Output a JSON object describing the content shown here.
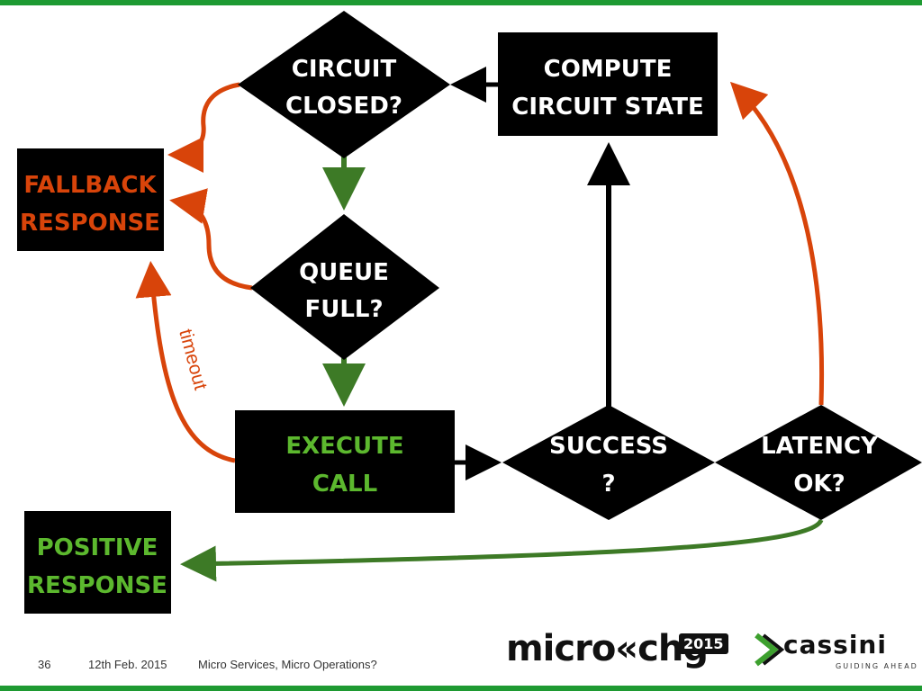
{
  "colors": {
    "orange": "#d8440a",
    "green": "#3d7a26",
    "text_green": "#5cb82e",
    "node_black": "#000000",
    "accent_bar": "#1e9a32"
  },
  "nodes": {
    "circuit_closed": {
      "line1": "CIRCUIT",
      "line2": "CLOSED?"
    },
    "compute_state": {
      "line1": "COMPUTE",
      "line2": "CIRCUIT STATE"
    },
    "fallback": {
      "line1": "FALLBACK",
      "line2": "RESPONSE"
    },
    "queue_full": {
      "line1": "QUEUE",
      "line2": "FULL?"
    },
    "execute_call": {
      "line1": "EXECUTE",
      "line2": "CALL"
    },
    "success": {
      "line1": "SUCCESS",
      "line2": "?"
    },
    "latency": {
      "line1": "LATENCY",
      "line2": "OK?"
    },
    "positive": {
      "line1": "POSITIVE",
      "line2": "RESPONSE"
    }
  },
  "edges": {
    "timeout_label": "timeout"
  },
  "footer": {
    "slide_number": "36",
    "date": "12th Feb. 2015",
    "title": "Micro Services, Micro Operations?"
  },
  "logos": {
    "microxchg": "micro«chg",
    "microxchg_year": "2015",
    "cassini": "cassini",
    "cassini_tagline": "GUIDING AHEAD"
  }
}
